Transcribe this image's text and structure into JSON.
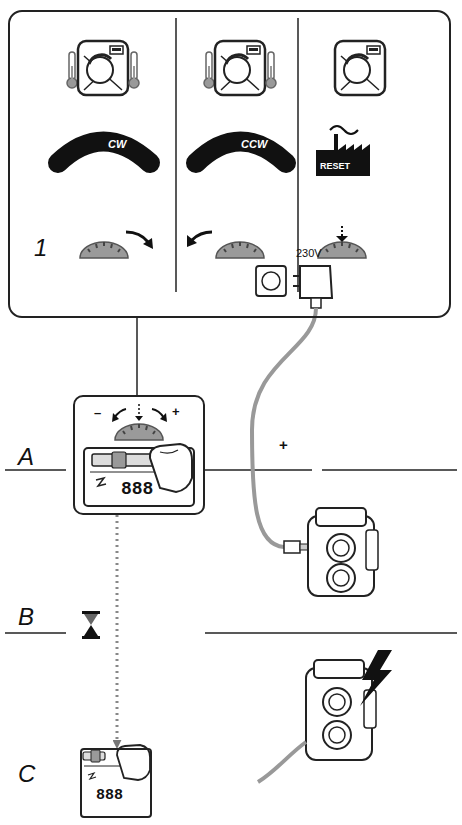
{
  "diagram": {
    "nodes": [
      {
        "text": [
          "1"
        ]
      },
      {
        "text": [
          "888"
        ]
      },
      {
        "text": [
          "888"
        ]
      }
    ],
    "edges": [
      {
        "from": 0,
        "to": 1,
        "arrow": "none"
      },
      {
        "from": 1,
        "to": 2,
        "arrow": "to"
      }
    ],
    "labels": [
      "CW",
      "CCW",
      "RESET",
      "–",
      "+",
      "A",
      "+",
      "230V",
      "B",
      "C"
    ]
  }
}
